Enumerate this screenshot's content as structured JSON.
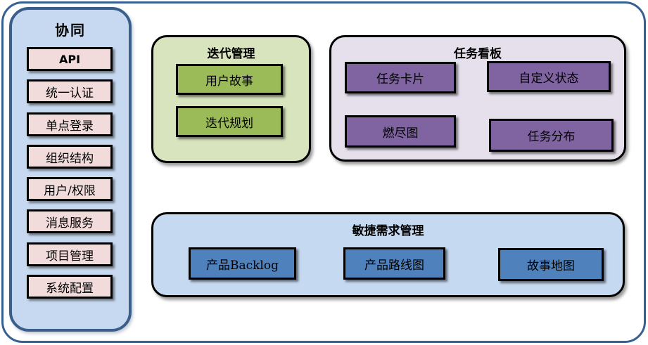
{
  "colors": {
    "frame_border": "#366092",
    "sidebar_fill": "#C7D9F0",
    "sidebar_border": "#3A5F8A",
    "sidebar_item_fill": "#F2DCDB",
    "iteration_fill": "#D7E4BD",
    "iteration_item_fill": "#9BBB59",
    "taskboard_fill": "#E5E0EC",
    "taskboard_item_fill": "#8064A2",
    "requirements_fill": "#C5D9F1",
    "requirements_item_fill": "#4F81BD",
    "box_border": "#000000"
  },
  "sidebar": {
    "title": "协同",
    "items": [
      "API",
      "统一认证",
      "单点登录",
      "组织结构",
      "用户/权限",
      "消息服务",
      "项目管理",
      "系统配置"
    ]
  },
  "groups": {
    "iteration": {
      "title": "迭代管理",
      "items": [
        "用户故事",
        "迭代规划"
      ]
    },
    "taskboard": {
      "title": "任务看板",
      "items": [
        "任务卡片",
        "自定义状态",
        "燃尽图",
        "任务分布"
      ]
    },
    "requirements": {
      "title": "敏捷需求管理",
      "items": [
        "产品Backlog",
        "产品路线图",
        "故事地图"
      ]
    }
  }
}
